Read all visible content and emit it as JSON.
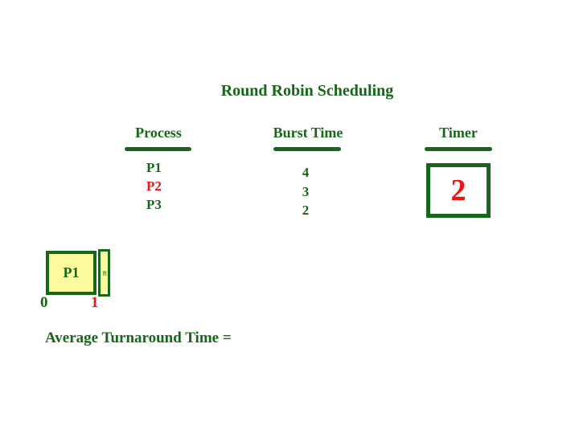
{
  "slide_title": "Round Robin Scheduling",
  "table": {
    "process_header": "Process",
    "burst_header": "Burst Time",
    "timer_header": "Timer",
    "processes": [
      {
        "label": "P1",
        "color": "green"
      },
      {
        "label": "P2",
        "color": "red"
      },
      {
        "label": "P3",
        "color": "green"
      }
    ],
    "burst_times": [
      "4",
      "3",
      "2"
    ],
    "timer_value": "2"
  },
  "gantt": {
    "block1_label": "P1",
    "block2_label": "P2",
    "tick_left": "0",
    "tick_right": "1"
  },
  "footer_label": "Average Turnaround Time =",
  "colors": {
    "dark_green": "#17661a",
    "red": "#ee1416",
    "block_yellow": "#fbfa9c"
  }
}
